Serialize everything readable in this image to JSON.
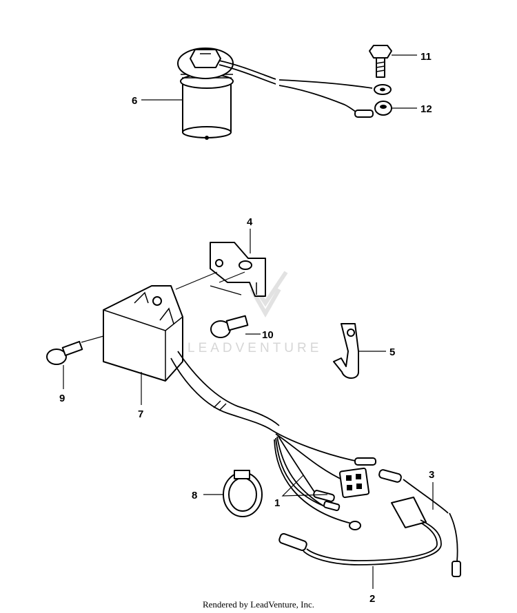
{
  "callouts": [
    {
      "id": "1",
      "label": "1"
    },
    {
      "id": "2",
      "label": "2"
    },
    {
      "id": "3",
      "label": "3"
    },
    {
      "id": "4",
      "label": "4"
    },
    {
      "id": "5",
      "label": "5"
    },
    {
      "id": "6",
      "label": "6"
    },
    {
      "id": "7",
      "label": "7"
    },
    {
      "id": "8",
      "label": "8"
    },
    {
      "id": "9",
      "label": "9"
    },
    {
      "id": "10",
      "label": "10"
    },
    {
      "id": "11",
      "label": "11"
    },
    {
      "id": "12",
      "label": "12"
    }
  ],
  "watermark": "LEADVENTURE",
  "footer": "Rendered by LeadVenture, Inc."
}
